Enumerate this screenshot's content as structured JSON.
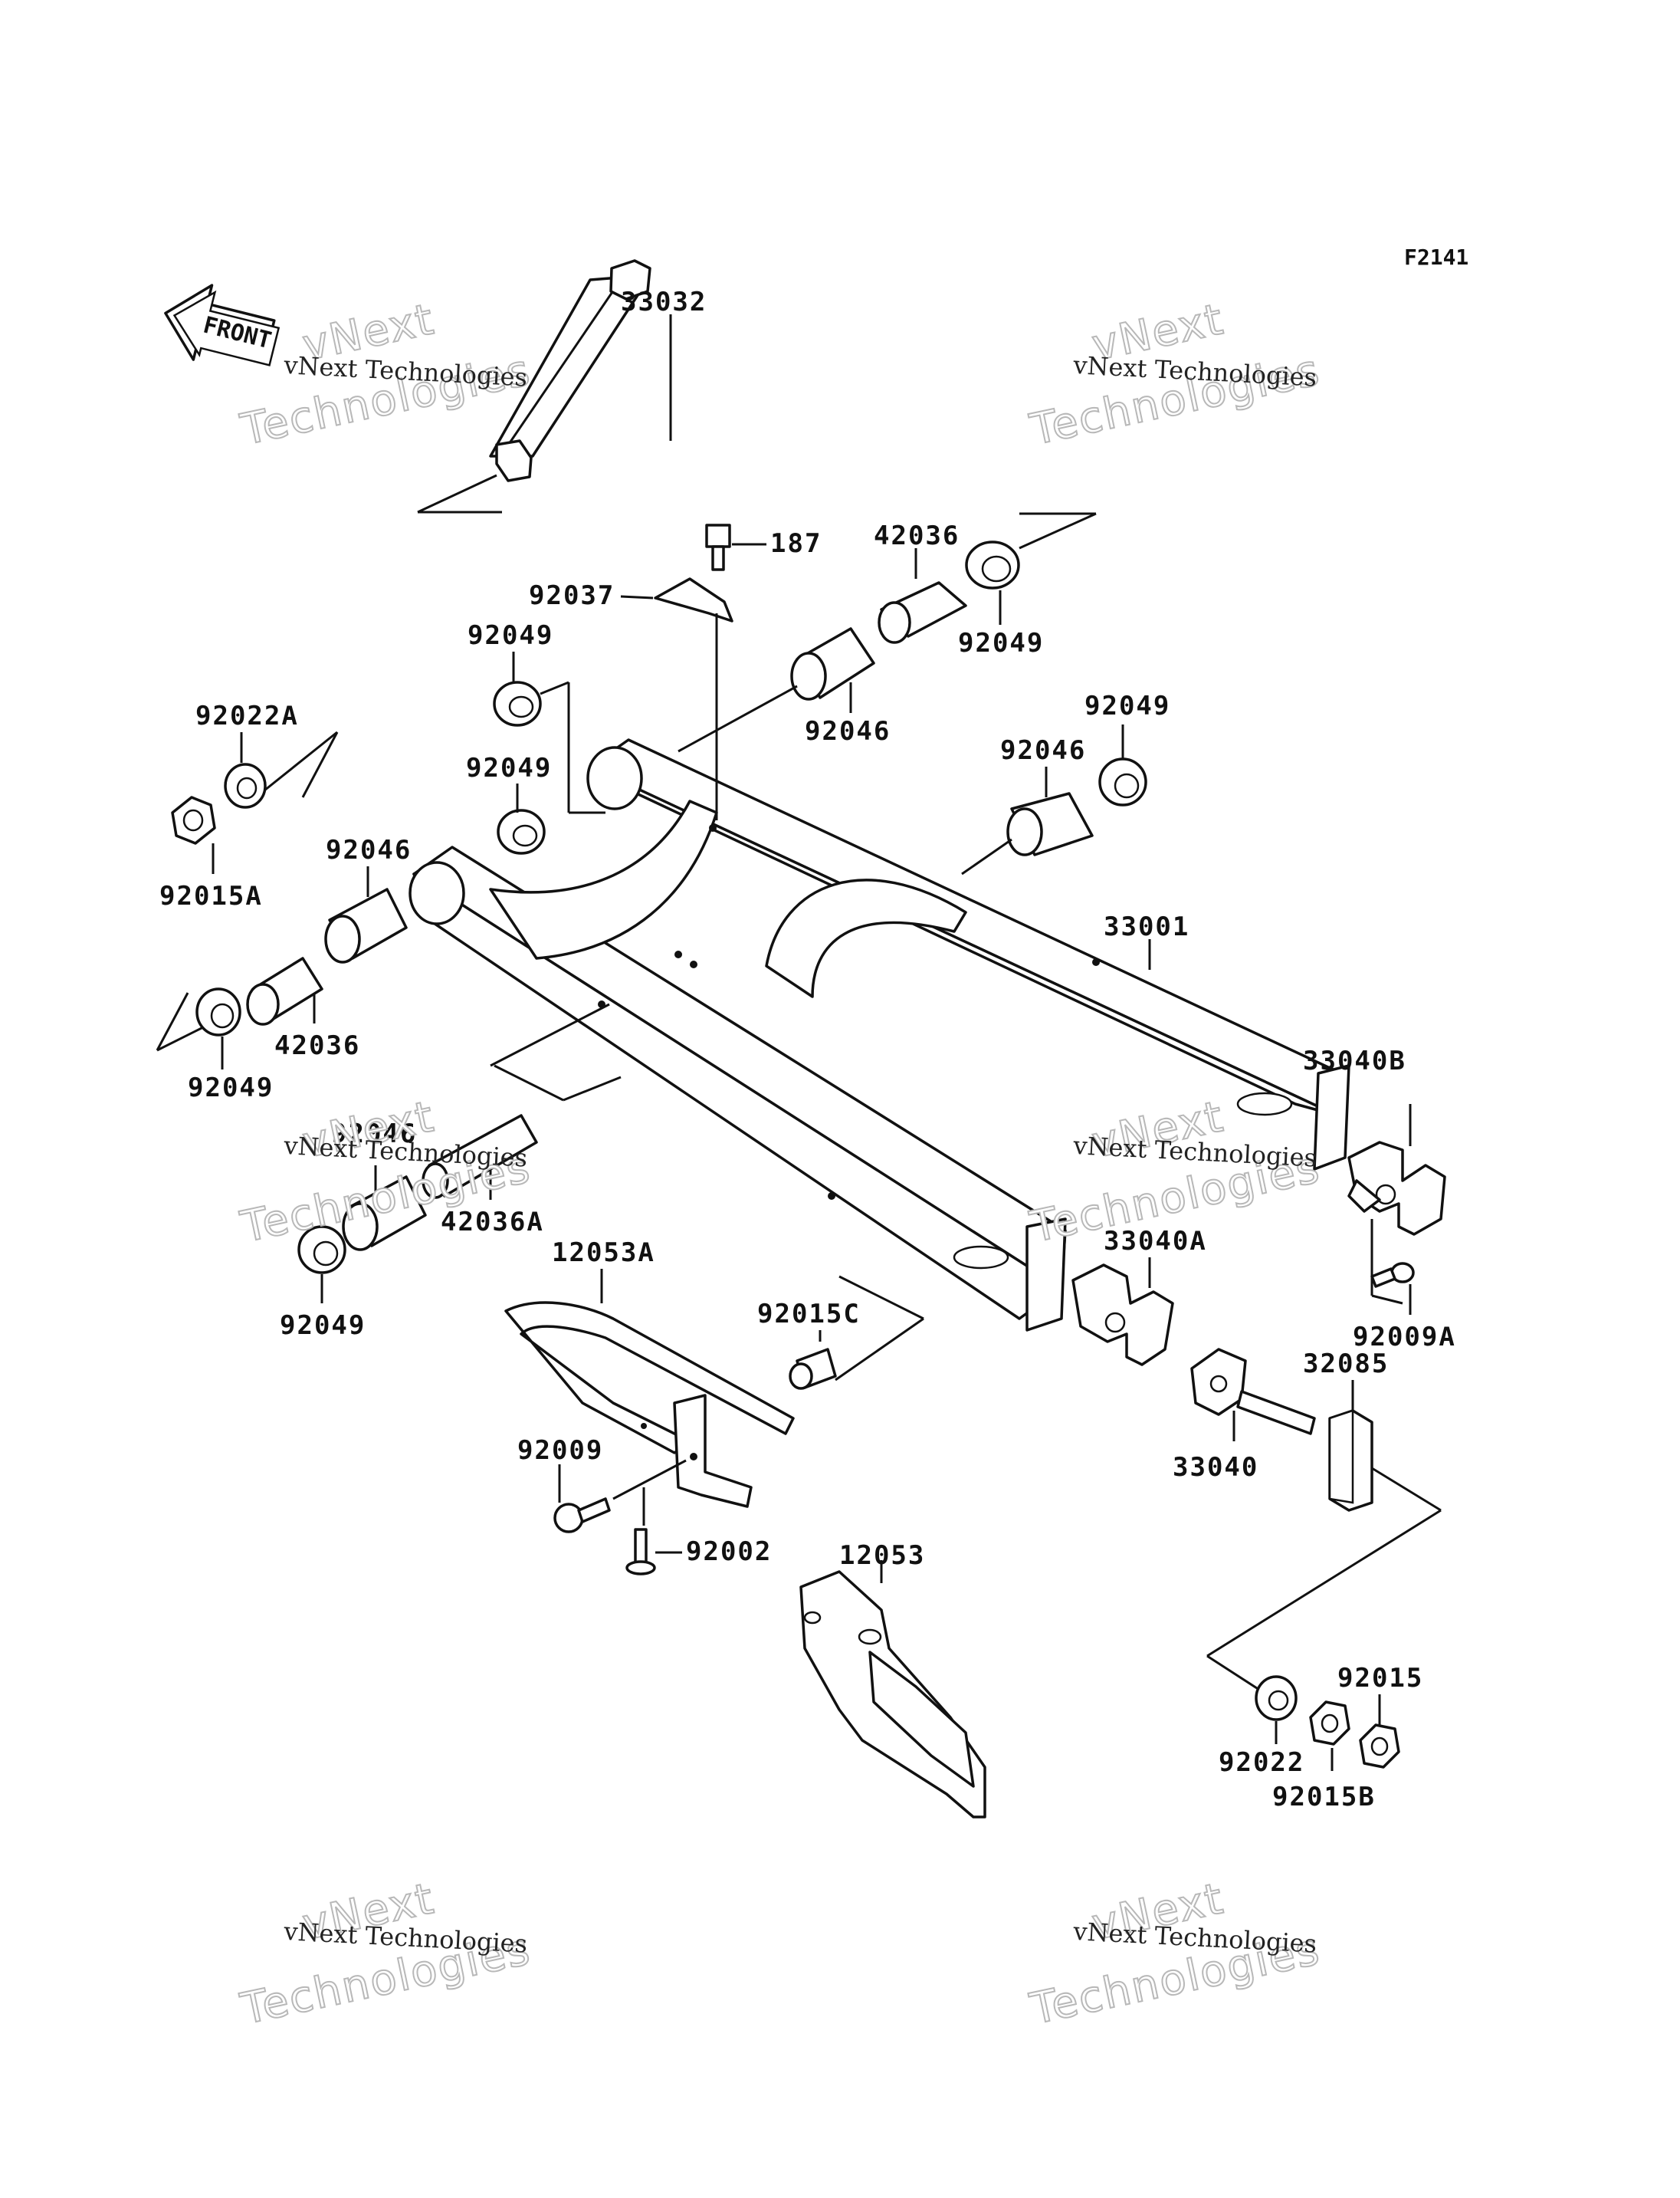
{
  "figure_code": "F2141",
  "front_arrow_label": "FRONT",
  "watermark": {
    "small": "vNext Technologies",
    "line1": "vNext",
    "line2": "Technologies"
  },
  "parts": {
    "swingarm": "33001",
    "pivot_shaft": "33032",
    "bolt_187": "187",
    "clip": "92037",
    "sleeve_top": "42036",
    "sleeve_left": "42036",
    "sleeve_42036A": "42036A",
    "seal_top_right": "92049",
    "seal_upper_left_1": "92049",
    "seal_upper_left_2": "92049",
    "seal_right": "92049",
    "seal_left": "92049",
    "seal_lower_left": "92049",
    "bearing_top": "92046",
    "bearing_right": "92046",
    "bearing_left": "92046",
    "bearing_lower_left": "92046",
    "washer_92022A": "92022A",
    "nut_92015A": "92015A",
    "chain_guide": "12053A",
    "chain_guard": "12053",
    "collar_92015C": "92015C",
    "bolt_92009": "92009",
    "screw_92002": "92002",
    "adjuster_B": "33040B",
    "adjuster_A": "33040A",
    "chain_adjuster": "33040",
    "block_32085": "32085",
    "bolt_92009A": "92009A",
    "washer_92022": "92022",
    "nut_92015": "92015",
    "nut_92015B": "92015B"
  }
}
